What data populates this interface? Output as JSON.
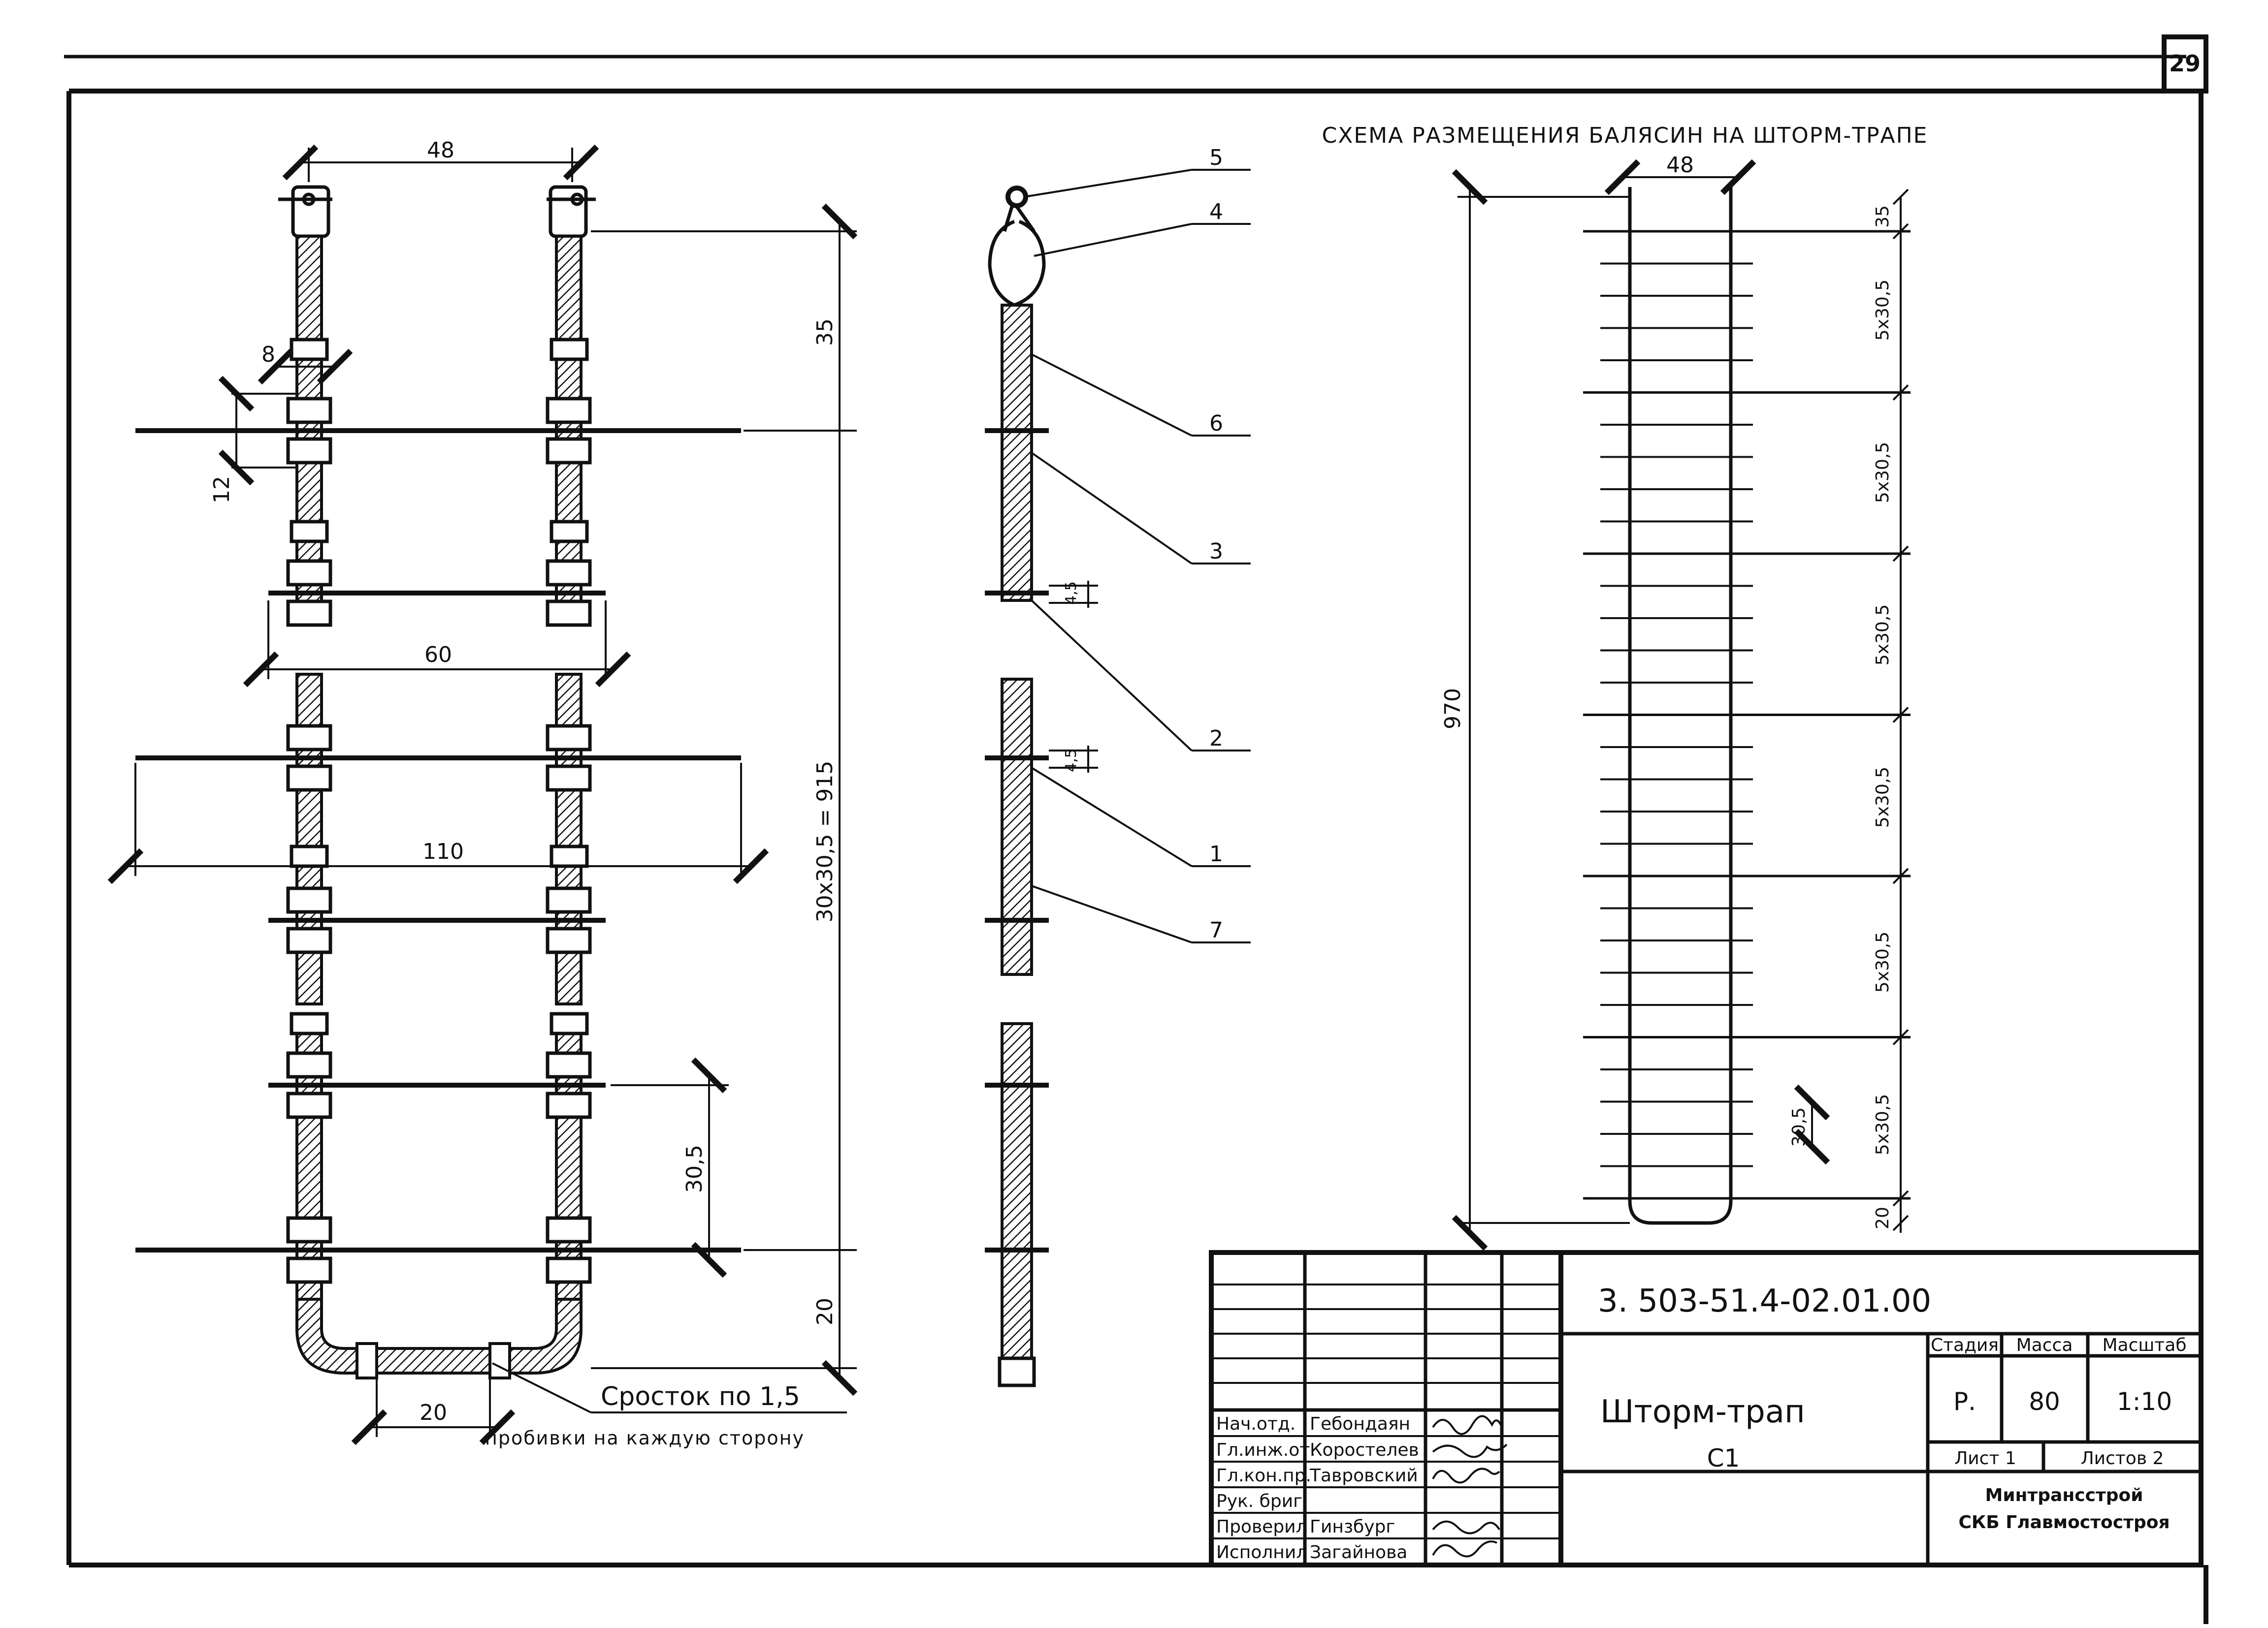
{
  "page": {
    "number": "29"
  },
  "ladder": {
    "dims": {
      "width_top": "48",
      "hole": "8",
      "rung_thickness": "12",
      "rung_span_mid": "60",
      "rung_span_long": "110",
      "step_top": "35",
      "total": "30x30,5 = 915",
      "pitch": "30,5",
      "bottom": "20",
      "splice": "20"
    },
    "notes": {
      "splice_line1": "Сросток по 1,5",
      "splice_line2": "пробивки на каждую сторону"
    }
  },
  "side_view": {
    "callouts": [
      "5",
      "4",
      "6",
      "3",
      "2",
      "1",
      "7"
    ],
    "dim_small_a": "4,5",
    "dim_small_b": "4,5"
  },
  "scheme": {
    "title": "СХЕМА РАЗМЕЩЕНИЯ БАЛЯСИН НА ШТОРМ-ТРАПЕ",
    "width": "48",
    "total": "970",
    "top": "35",
    "bottom": "20",
    "pitch": "30,5",
    "segments": [
      "5x30,5",
      "5x30,5",
      "5x30,5",
      "5x30,5",
      "5x30,5",
      "5x30,5"
    ]
  },
  "title_block": {
    "doc_number": "3. 503-51.4-02.01.00",
    "name": "Шторм-трап",
    "mark": "С1",
    "headers": {
      "stage": "Стадия",
      "mass": "Масса",
      "scale": "Масштаб"
    },
    "values": {
      "stage": "Р.",
      "mass": "80",
      "scale": "1:10"
    },
    "sheet": "Лист 1",
    "sheets": "Листов 2",
    "org1": "Минтрансстрой",
    "org2": "СКБ Главмостостроя",
    "roles": [
      {
        "role": "Нач.отд.",
        "name": "Гебондаян"
      },
      {
        "role": "Гл.инж.от.",
        "name": "Коростелев"
      },
      {
        "role": "Гл.кон.пр.",
        "name": "Тавровский"
      },
      {
        "role": "Рук. бриг.",
        "name": ""
      },
      {
        "role": "Проверил",
        "name": "Гинзбург"
      },
      {
        "role": "Исполнил",
        "name": "Загайнова"
      }
    ]
  }
}
